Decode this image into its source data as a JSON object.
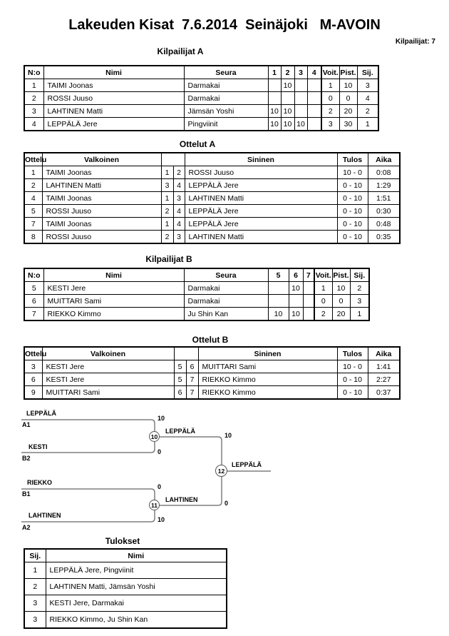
{
  "page": {
    "title": "Lakeuden Kisat  7.6.2014  Seinäjoki   M-AVOIN",
    "competitors_label": "Kilpailijat: 7"
  },
  "sections": {
    "kilpailijat_a": {
      "heading": "Kilpailijat A"
    },
    "ottelut_a": {
      "heading": "Ottelut A"
    },
    "kilpailijat_b": {
      "heading": "Kilpailijat B"
    },
    "ottelut_b": {
      "heading": "Ottelut B"
    },
    "tulokset": {
      "heading": "Tulokset"
    }
  },
  "kilpailijat_a": {
    "headers": [
      "N:o",
      "Nimi",
      "Seura",
      "1",
      "2",
      "3",
      "4",
      "Voit.",
      "Pist.",
      "Sij."
    ],
    "rows": [
      [
        "1",
        "TAIMI Joonas",
        "Darmakai",
        "",
        "10",
        "",
        "",
        "1",
        "10",
        "3"
      ],
      [
        "2",
        "ROSSI Juuso",
        "Darmakai",
        "",
        "",
        "",
        "",
        "0",
        "0",
        "4"
      ],
      [
        "3",
        "LAHTINEN Matti",
        "Jämsän Yoshi",
        "10",
        "10",
        "",
        "",
        "2",
        "20",
        "2"
      ],
      [
        "4",
        "LEPPÄLÄ Jere",
        "Pingviinit",
        "10",
        "10",
        "10",
        "",
        "3",
        "30",
        "1"
      ]
    ]
  },
  "ottelut_a": {
    "headers": [
      "Ottelu",
      "Valkoinen",
      "",
      "Sininen",
      "Tulos",
      "Aika"
    ],
    "rows": [
      [
        "1",
        "TAIMI Joonas",
        "1",
        "2",
        "ROSSI Juuso",
        "10 - 0",
        "0:08"
      ],
      [
        "2",
        "LAHTINEN Matti",
        "3",
        "4",
        "LEPPÄLÄ Jere",
        "0 - 10",
        "1:29"
      ],
      [
        "4",
        "TAIMI Joonas",
        "1",
        "3",
        "LAHTINEN Matti",
        "0 - 10",
        "1:51"
      ],
      [
        "5",
        "ROSSI Juuso",
        "2",
        "4",
        "LEPPÄLÄ Jere",
        "0 - 10",
        "0:30"
      ],
      [
        "7",
        "TAIMI Joonas",
        "1",
        "4",
        "LEPPÄLÄ Jere",
        "0 - 10",
        "0:48"
      ],
      [
        "8",
        "ROSSI Juuso",
        "2",
        "3",
        "LAHTINEN Matti",
        "0 - 10",
        "0:35"
      ]
    ]
  },
  "kilpailijat_b": {
    "headers": [
      "N:o",
      "Nimi",
      "Seura",
      "5",
      "6",
      "7",
      "Voit.",
      "Pist.",
      "Sij."
    ],
    "rows": [
      [
        "5",
        "KESTI Jere",
        "Darmakai",
        "",
        "10",
        "",
        "1",
        "10",
        "2"
      ],
      [
        "6",
        "MUITTARI Sami",
        "Darmakai",
        "",
        "",
        "",
        "0",
        "0",
        "3"
      ],
      [
        "7",
        "RIEKKO Kimmo",
        "Ju Shin Kan",
        "10",
        "10",
        "",
        "2",
        "20",
        "1"
      ]
    ]
  },
  "ottelut_b": {
    "headers": [
      "Ottelu",
      "Valkoinen",
      "",
      "Sininen",
      "Tulos",
      "Aika"
    ],
    "rows": [
      [
        "3",
        "KESTI Jere",
        "5",
        "6",
        "MUITTARI Sami",
        "10 - 0",
        "1:41"
      ],
      [
        "6",
        "KESTI Jere",
        "5",
        "7",
        "RIEKKO Kimmo",
        "0 - 10",
        "2:27"
      ],
      [
        "9",
        "MUITTARI Sami",
        "6",
        "7",
        "RIEKKO Kimmo",
        "0 - 10",
        "0:37"
      ]
    ]
  },
  "bracket": {
    "sf1": {
      "top_name": "LEPPÄLÄ",
      "top_seed": "A1",
      "top_score": "10",
      "bottom_name": "KESTI",
      "bottom_seed": "B2",
      "bottom_score": "0",
      "match_no": "10",
      "winner_name": "LEPPÄLÄ",
      "winner_score": "10"
    },
    "sf2": {
      "top_name": "RIEKKO",
      "top_seed": "B1",
      "top_score": "0",
      "bottom_name": "LAHTINEN",
      "bottom_seed": "A2",
      "bottom_score": "10",
      "match_no": "11",
      "winner_name": "LAHTINEN",
      "winner_score": "0"
    },
    "final": {
      "match_no": "12",
      "winner_name": "LEPPÄLÄ"
    }
  },
  "tulokset": {
    "headers": [
      "Sij.",
      "Nimi"
    ],
    "rows": [
      [
        "1",
        "LEPPÄLÄ Jere, Pingviinit"
      ],
      [
        "2",
        "LAHTINEN Matti, Jämsän Yoshi"
      ],
      [
        "3",
        "KESTI Jere, Darmakai"
      ],
      [
        "3",
        "RIEKKO Kimmo, Ju Shin Kan"
      ]
    ]
  }
}
